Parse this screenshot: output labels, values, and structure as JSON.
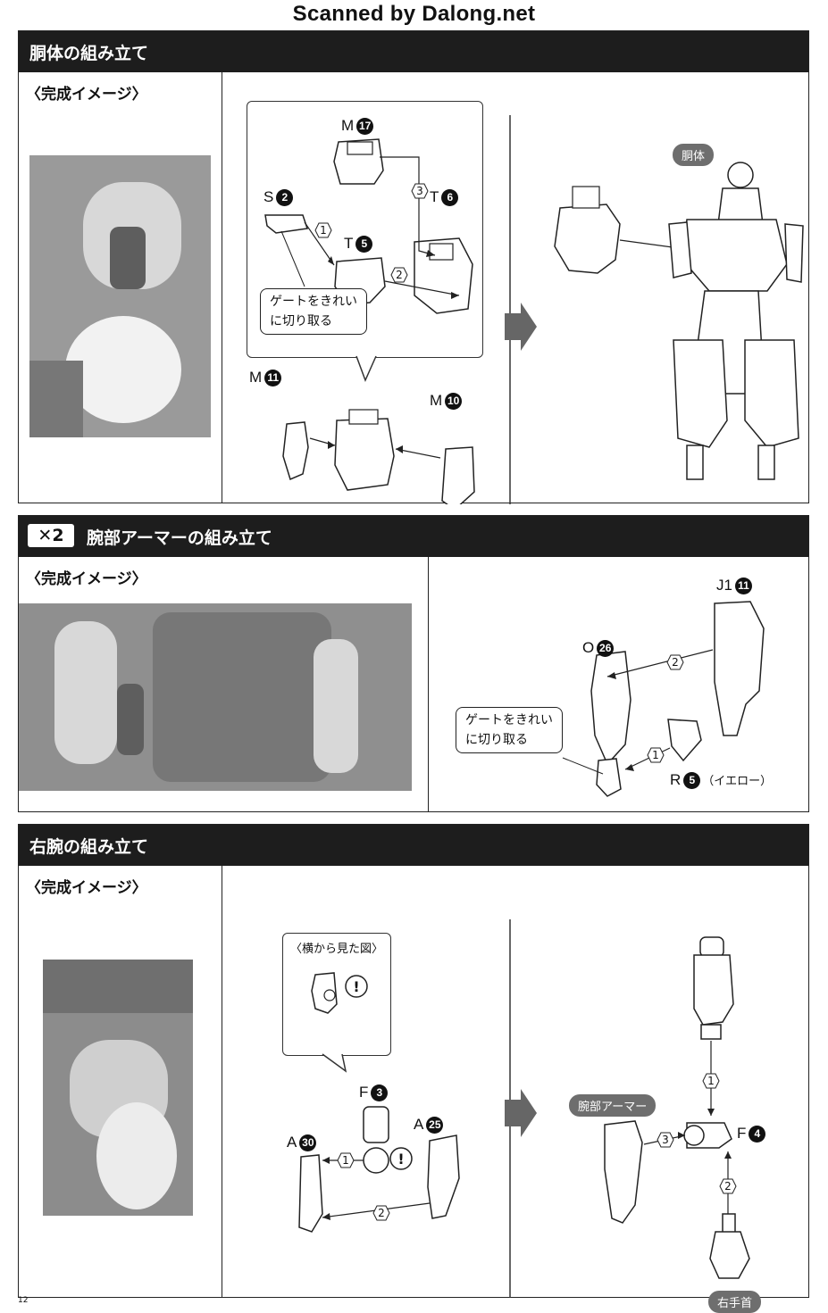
{
  "watermark": "Scanned by Dalong.net",
  "sections": {
    "torso": {
      "title": "胴体の組み立て",
      "image_label": "〈完成イメージ〉",
      "parts": {
        "m17": {
          "letter": "M",
          "num": "17"
        },
        "s2": {
          "letter": "S",
          "num": "2"
        },
        "t5": {
          "letter": "T",
          "num": "5"
        },
        "t6": {
          "letter": "T",
          "num": "6"
        },
        "m11": {
          "letter": "M",
          "num": "11"
        },
        "m10": {
          "letter": "M",
          "num": "10"
        }
      },
      "note": [
        "ゲートをきれい",
        "に切り取る"
      ],
      "steps": [
        "1",
        "2",
        "3"
      ],
      "tag": "胴体"
    },
    "arm_armor": {
      "badge": "✕2",
      "title": "腕部アーマーの組み立て",
      "image_label": "〈完成イメージ〉",
      "parts": {
        "j1_11": {
          "letter": "J1",
          "num": "11"
        },
        "o26": {
          "letter": "O",
          "num": "26"
        },
        "r5": {
          "letter": "R",
          "num": "5",
          "suffix": "（イエロー）"
        }
      },
      "note": [
        "ゲートをきれい",
        "に切り取る"
      ],
      "steps": [
        "1",
        "2"
      ]
    },
    "right_arm": {
      "title": "右腕の組み立て",
      "image_label": "〈完成イメージ〉",
      "side_view": "〈横から見た図〉",
      "parts": {
        "f3": {
          "letter": "F",
          "num": "3"
        },
        "a30": {
          "letter": "A",
          "num": "30"
        },
        "a25": {
          "letter": "A",
          "num": "25"
        },
        "f4": {
          "letter": "F",
          "num": "4"
        }
      },
      "steps": [
        "1",
        "2",
        "3"
      ],
      "tags": {
        "arm_armor": "腕部アーマー",
        "wrist": "右手首"
      }
    }
  },
  "page_number": "12"
}
